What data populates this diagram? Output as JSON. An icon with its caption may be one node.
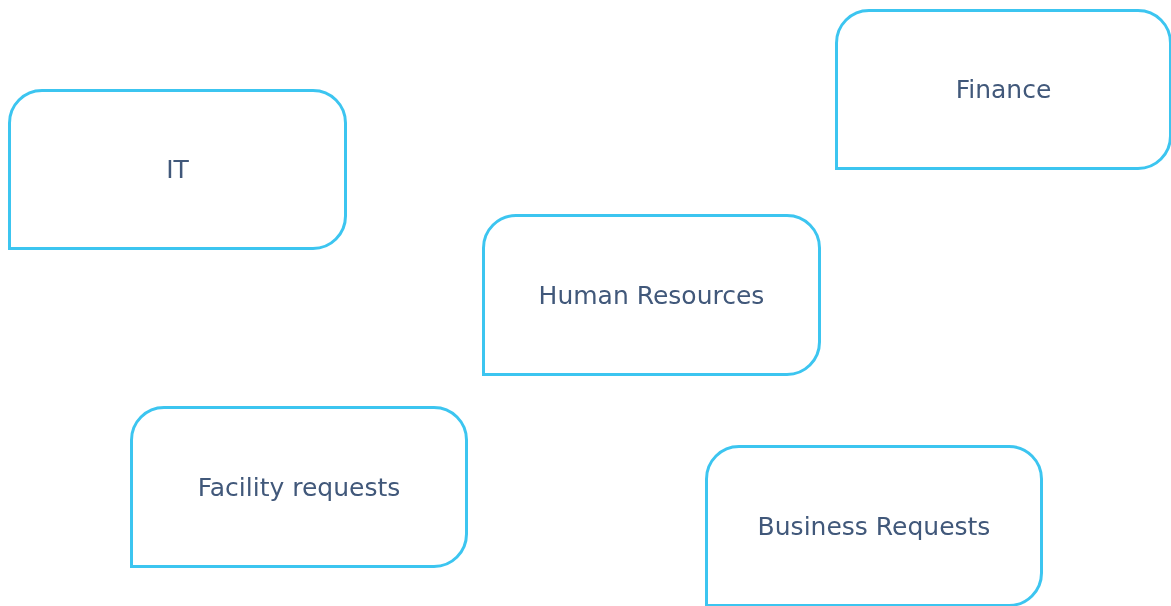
{
  "diagram": {
    "nodes": [
      {
        "text": [
          "Finance"
        ]
      },
      {
        "text": [
          "IT"
        ]
      },
      {
        "text": [
          "Human Resources"
        ]
      },
      {
        "text": [
          "Facility requests"
        ]
      },
      {
        "text": [
          "Business Requests"
        ]
      }
    ]
  }
}
